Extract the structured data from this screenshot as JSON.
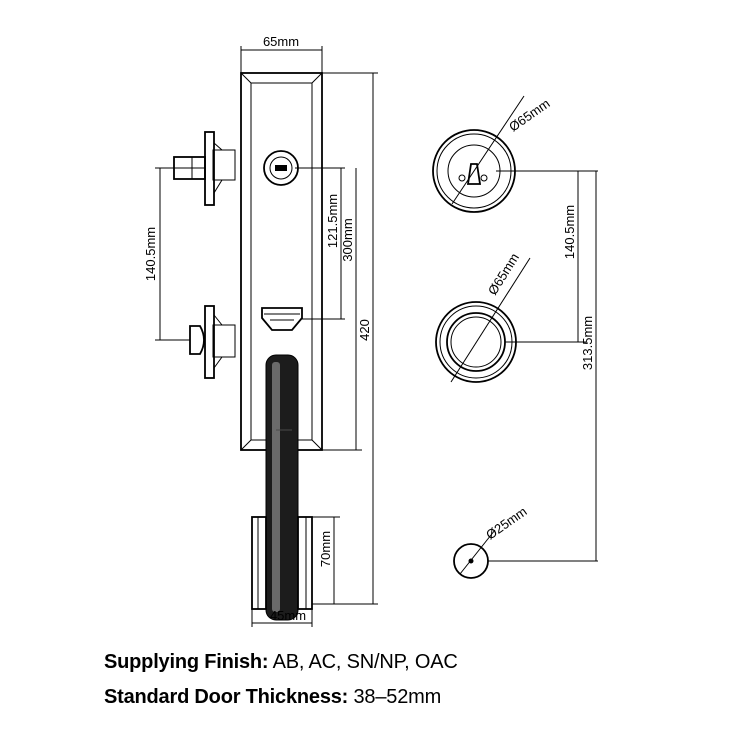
{
  "dimensions": {
    "plate_width": "65mm",
    "handle_width": "45mm",
    "handle_bottom_height": "70mm",
    "spindle_spacing_left": "140.5mm",
    "cylinder_to_thumb": "121.5mm",
    "cylinder_to_plate_bottom": "300mm",
    "overall_height": "420",
    "deadbolt_rose_diameter": "Ø65mm",
    "latch_rose_diameter": "Ø65mm",
    "spindle_spacing_right": "140.5mm",
    "cylinder_to_bottom_rose": "313.5mm",
    "bottom_rose_diameter": "Ø25mm"
  },
  "specs": {
    "finish_label": "Supplying Finish:",
    "finish_value": "AB, AC, SN/NP, OAC",
    "thickness_label": "Standard Door Thickness:",
    "thickness_value": "38–52mm"
  }
}
